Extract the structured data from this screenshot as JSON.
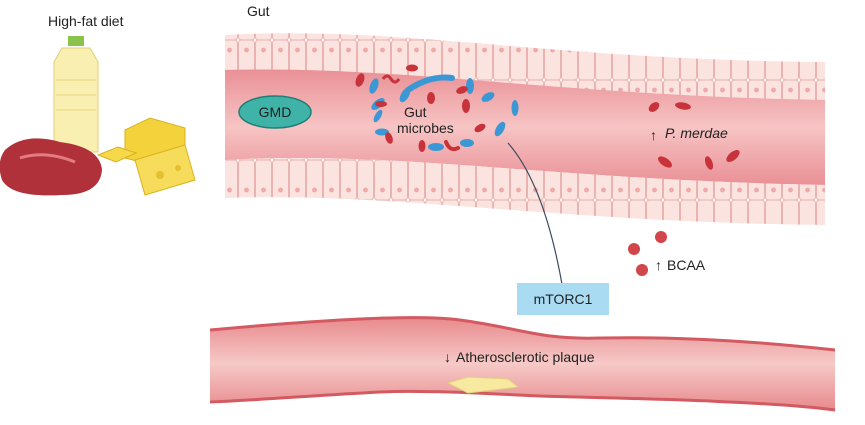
{
  "labels": {
    "diet": "High-fat diet",
    "gut": "Gut",
    "gmd": "GMD",
    "gut_microbes_line1": "Gut",
    "gut_microbes_line2": "microbes",
    "p_merdae": "P. merdae",
    "bcaa": "BCAA",
    "mtorc1": "mTORC1",
    "plaque": "Atherosclerotic plaque"
  },
  "arrows": {
    "up": "↑",
    "down": "↓"
  },
  "colors": {
    "gmd": "#3fb3a8",
    "mtorc1_box": "#a9dcf2",
    "bacteria_red": "#c8323a",
    "bacteria_blue": "#3b98d4",
    "gut_lumen": "#eea5a8",
    "plaque": "#f7eaa0"
  }
}
